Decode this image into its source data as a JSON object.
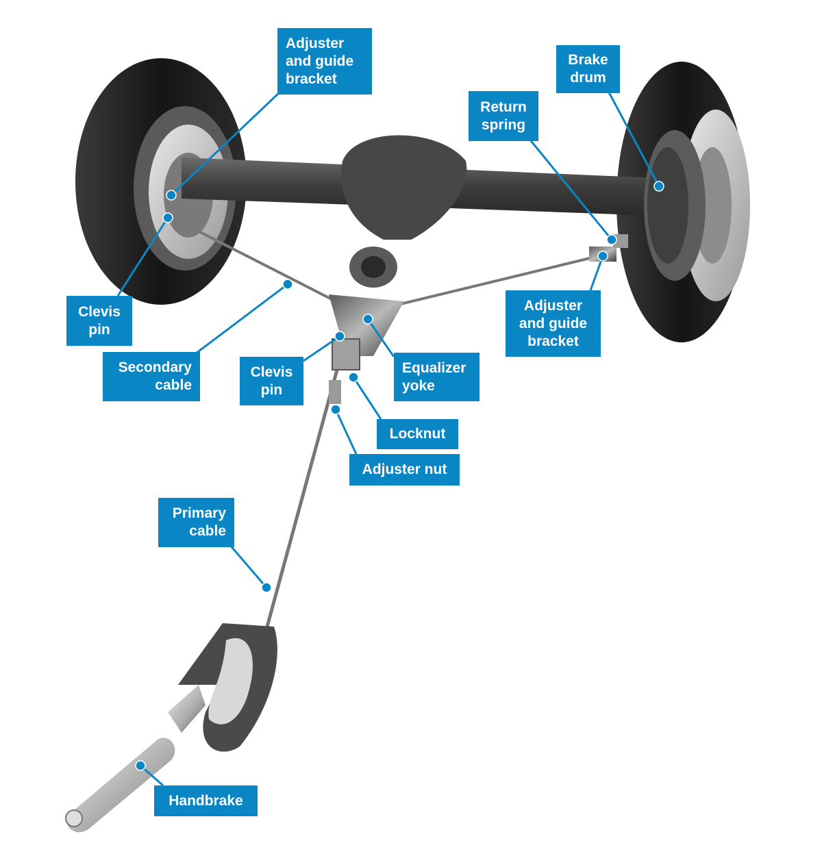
{
  "labels": {
    "adjuster_left": "Adjuster\nand guide\nbracket",
    "brake_drum": "Brake\ndrum",
    "return_spring": "Return\nspring",
    "clevis_left": "Clevis\npin",
    "secondary_cable": "Secondary\ncable",
    "clevis_center": "Clevis\npin",
    "equalizer_yoke": "Equalizer\nyoke",
    "adjuster_right": "Adjuster\nand guide\nbracket",
    "locknut": "Locknut",
    "adjuster_nut": "Adjuster nut",
    "primary_cable": "Primary\ncable",
    "handbrake": "Handbrake"
  },
  "colors": {
    "callout": "#0a86c5",
    "tire": "#1c1c1c",
    "axle": "#4a4a4a",
    "metal": "#8a8a8a"
  }
}
